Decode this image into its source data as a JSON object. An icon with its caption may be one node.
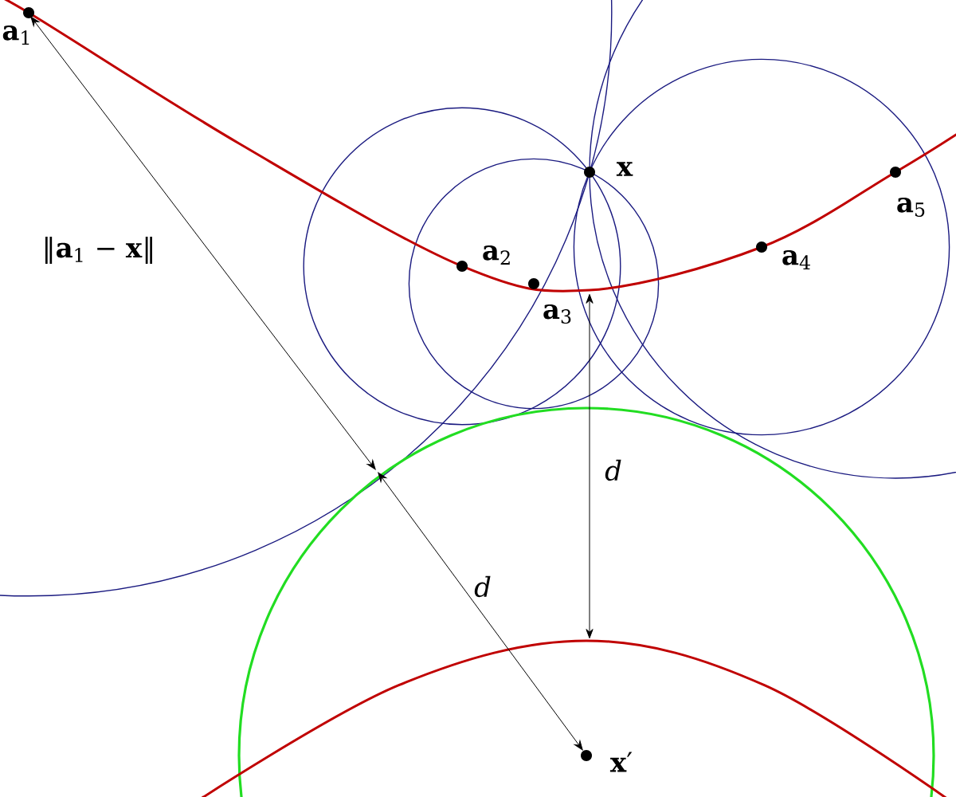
{
  "diagram": {
    "labels": [
      "**a**$_{1}$",
      "x",
      "‖**a**$_{1}$ − **x**‖",
      "**a**$_{2}$",
      "**a**$_{5}$",
      "**a**$_{3}$",
      "**a**$_{4}$",
      "d",
      "d",
      "**x**′"
    ]
  }
}
